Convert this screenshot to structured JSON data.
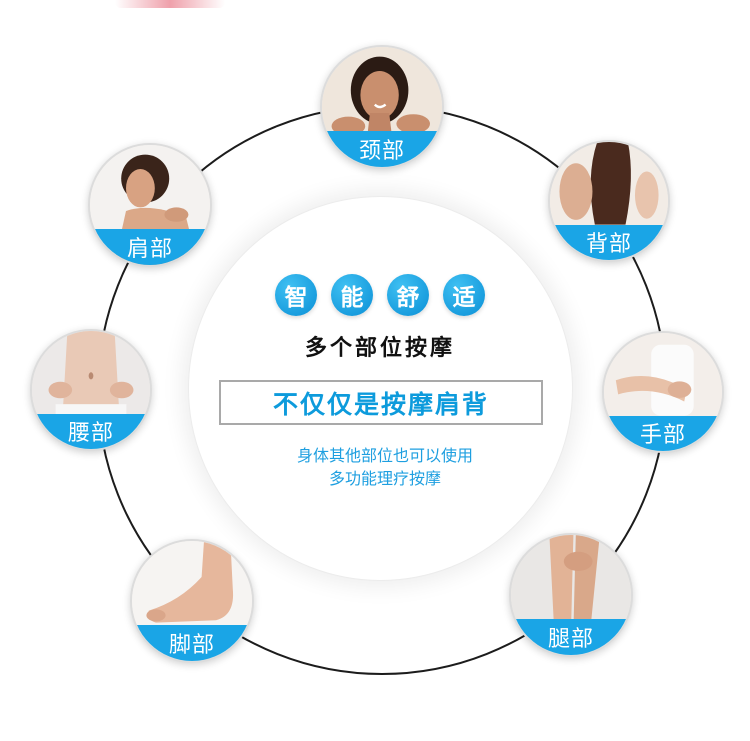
{
  "center": {
    "bubbles": [
      "智",
      "能",
      "舒",
      "适"
    ],
    "subtitle": "多个部位按摩",
    "headline": "不仅仅是按摩肩背",
    "desc_line1": "身体其他部位也可以使用",
    "desc_line2": "多功能理疗按摩"
  },
  "parts": {
    "neck": "颈部",
    "back": "背部",
    "shoulder": "肩部",
    "waist": "腰部",
    "hand": "手部",
    "foot": "脚部",
    "leg": "腿部"
  },
  "colors": {
    "accent_blue": "#1aa5e6",
    "headline_blue": "#0d9bdc",
    "ring": "#1c1c1c"
  }
}
